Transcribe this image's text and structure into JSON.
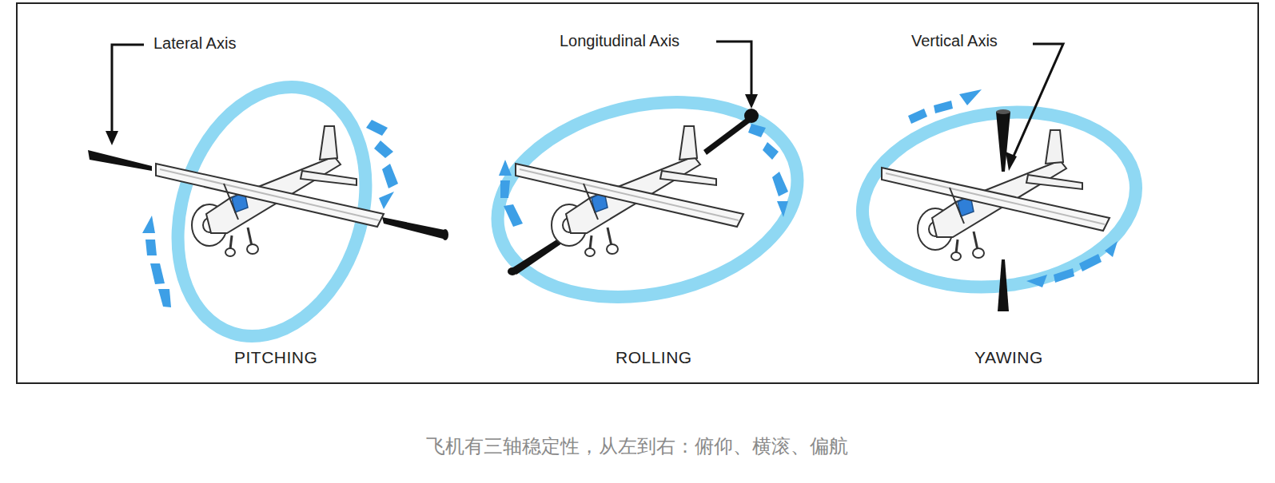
{
  "diagram": {
    "caption": "飞机有三轴稳定性，从左到右：俯仰、横滚、偏航",
    "labels": [
      "Lateral Axis",
      "PITCHING",
      "Longitudinal Axis",
      "ROLLING",
      "Vertical Axis",
      "YAWING"
    ]
  }
}
